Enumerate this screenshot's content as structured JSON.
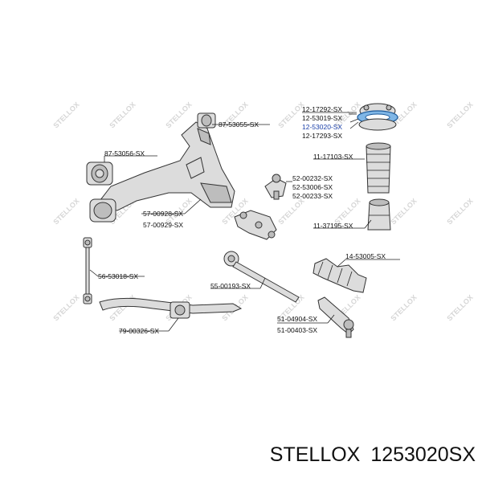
{
  "diagram": {
    "labels": {
      "l_87_53055": "87-53055-SX",
      "l_87_53056": "87-53056-SX",
      "l_57_00928": "57-00928-SX",
      "l_57_00929": "57-00929-SX",
      "l_56_53018": "56-53018-SX",
      "l_55_00193": "55-00193-SX",
      "l_79_00326": "79-00326-SX",
      "l_12_17292": "12-17292-SX",
      "l_12_53019": "12-53019-SX",
      "l_12_53020": "12-53020-SX",
      "l_12_17293": "12-17293-SX",
      "l_11_17103": "11-17103-SX",
      "l_52_00232": "52-00232-SX",
      "l_52_53006": "52-53006-SX",
      "l_52_00233": "52-00233-SX",
      "l_11_37195": "11-37195-SX",
      "l_14_53005": "14-53005-SX",
      "l_51_04904": "51-04904-SX",
      "l_51_00403": "51-00403-SX"
    },
    "highlight_color": "#1a3fa8",
    "watermark_text": "STELLOX"
  },
  "caption": {
    "brand": "STELLOX",
    "part_number": "1253020SX"
  }
}
